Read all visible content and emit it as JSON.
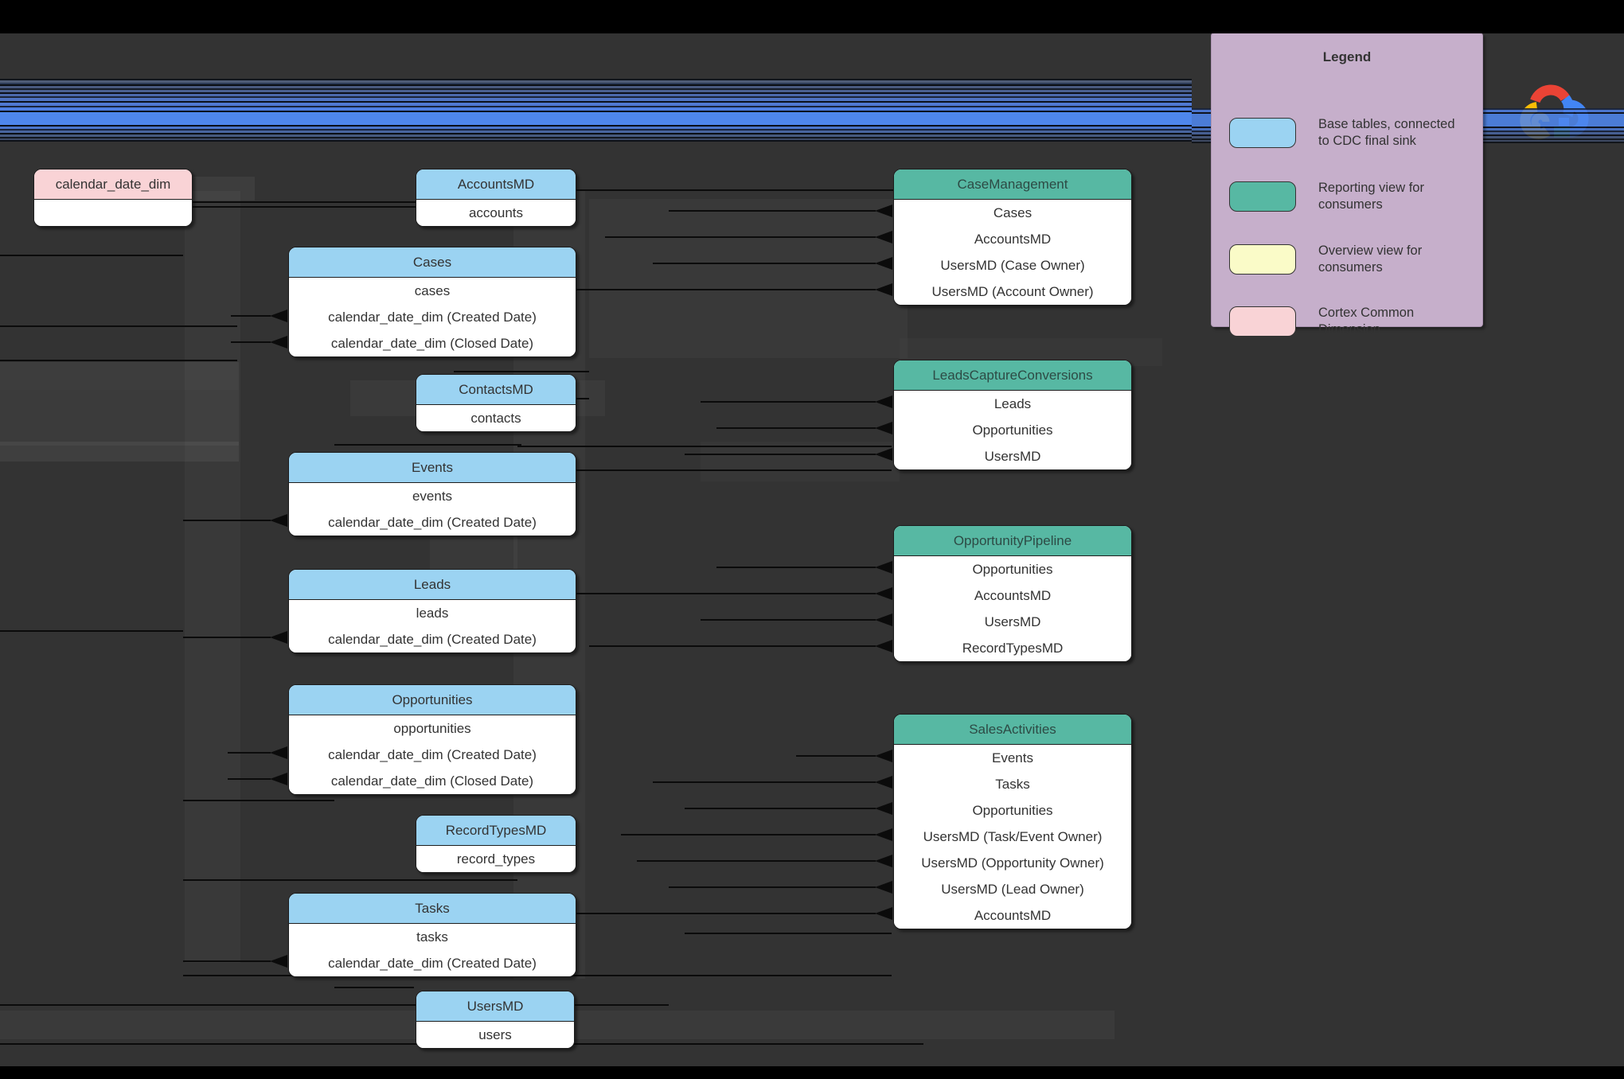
{
  "colors": {
    "canvas_background": "#333333",
    "base_table": "#9BD3F2",
    "reporting_view": "#57B8A3",
    "overview_view": "#FAFBC8",
    "common_dimension": "#F9D3D6",
    "legend_background": "#C6AFCB",
    "connector_bundle_blue": "#4E86EC"
  },
  "legend": {
    "title": "Legend",
    "items": [
      {
        "name": "base-table",
        "color": "#9BD3F2",
        "label": "Base tables, connected\nto CDC final sink"
      },
      {
        "name": "reporting-view",
        "color": "#57B8A3",
        "label": "Reporting view for\nconsumers"
      },
      {
        "name": "overview-view",
        "color": "#FAFBC8",
        "label": "Overview view for\nconsumers"
      },
      {
        "name": "common-dimension",
        "color": "#F9D3D6",
        "label": "Cortex Common\nDimension"
      }
    ]
  },
  "logo": {
    "name": "google-cloud-logo"
  },
  "tables": [
    {
      "id": "calendar_date_dim",
      "type": "common_dimension",
      "title": "calendar_date_dim",
      "rows": [
        ""
      ]
    },
    {
      "id": "AccountsMD",
      "type": "base_table",
      "title": "AccountsMD",
      "rows": [
        "accounts"
      ]
    },
    {
      "id": "Cases",
      "type": "base_table",
      "title": "Cases",
      "rows": [
        "cases",
        "calendar_date_dim (Created Date)",
        "calendar_date_dim (Closed Date)"
      ]
    },
    {
      "id": "ContactsMD",
      "type": "base_table",
      "title": "ContactsMD",
      "rows": [
        "contacts"
      ]
    },
    {
      "id": "Events",
      "type": "base_table",
      "title": "Events",
      "rows": [
        "events",
        "calendar_date_dim (Created Date)"
      ]
    },
    {
      "id": "Leads",
      "type": "base_table",
      "title": "Leads",
      "rows": [
        "leads",
        "calendar_date_dim (Created Date)"
      ]
    },
    {
      "id": "Opportunities",
      "type": "base_table",
      "title": "Opportunities",
      "rows": [
        "opportunities",
        "calendar_date_dim (Created Date)",
        "calendar_date_dim (Closed Date)"
      ]
    },
    {
      "id": "RecordTypesMD",
      "type": "base_table",
      "title": "RecordTypesMD",
      "rows": [
        "record_types"
      ]
    },
    {
      "id": "Tasks",
      "type": "base_table",
      "title": "Tasks",
      "rows": [
        "tasks",
        "calendar_date_dim (Created Date)"
      ]
    },
    {
      "id": "UsersMD",
      "type": "base_table",
      "title": "UsersMD",
      "rows": [
        "users"
      ]
    },
    {
      "id": "CaseManagement",
      "type": "reporting_view",
      "title": "CaseManagement",
      "rows": [
        "Cases",
        "AccountsMD",
        "UsersMD (Case Owner)",
        "UsersMD (Account Owner)"
      ]
    },
    {
      "id": "LeadsCaptureConversions",
      "type": "reporting_view",
      "title": "LeadsCaptureConversions",
      "rows": [
        "Leads",
        "Opportunities",
        "UsersMD"
      ]
    },
    {
      "id": "OpportunityPipeline",
      "type": "reporting_view",
      "title": "OpportunityPipeline",
      "rows": [
        "Opportunities",
        "AccountsMD",
        "UsersMD",
        "RecordTypesMD"
      ]
    },
    {
      "id": "SalesActivities",
      "type": "reporting_view",
      "title": "SalesActivities",
      "rows": [
        "Events",
        "Tasks",
        "Opportunities",
        "UsersMD (Task/Event Owner)",
        "UsersMD (Opportunity Owner)",
        "UsersMD (Lead Owner)",
        "AccountsMD"
      ]
    }
  ]
}
